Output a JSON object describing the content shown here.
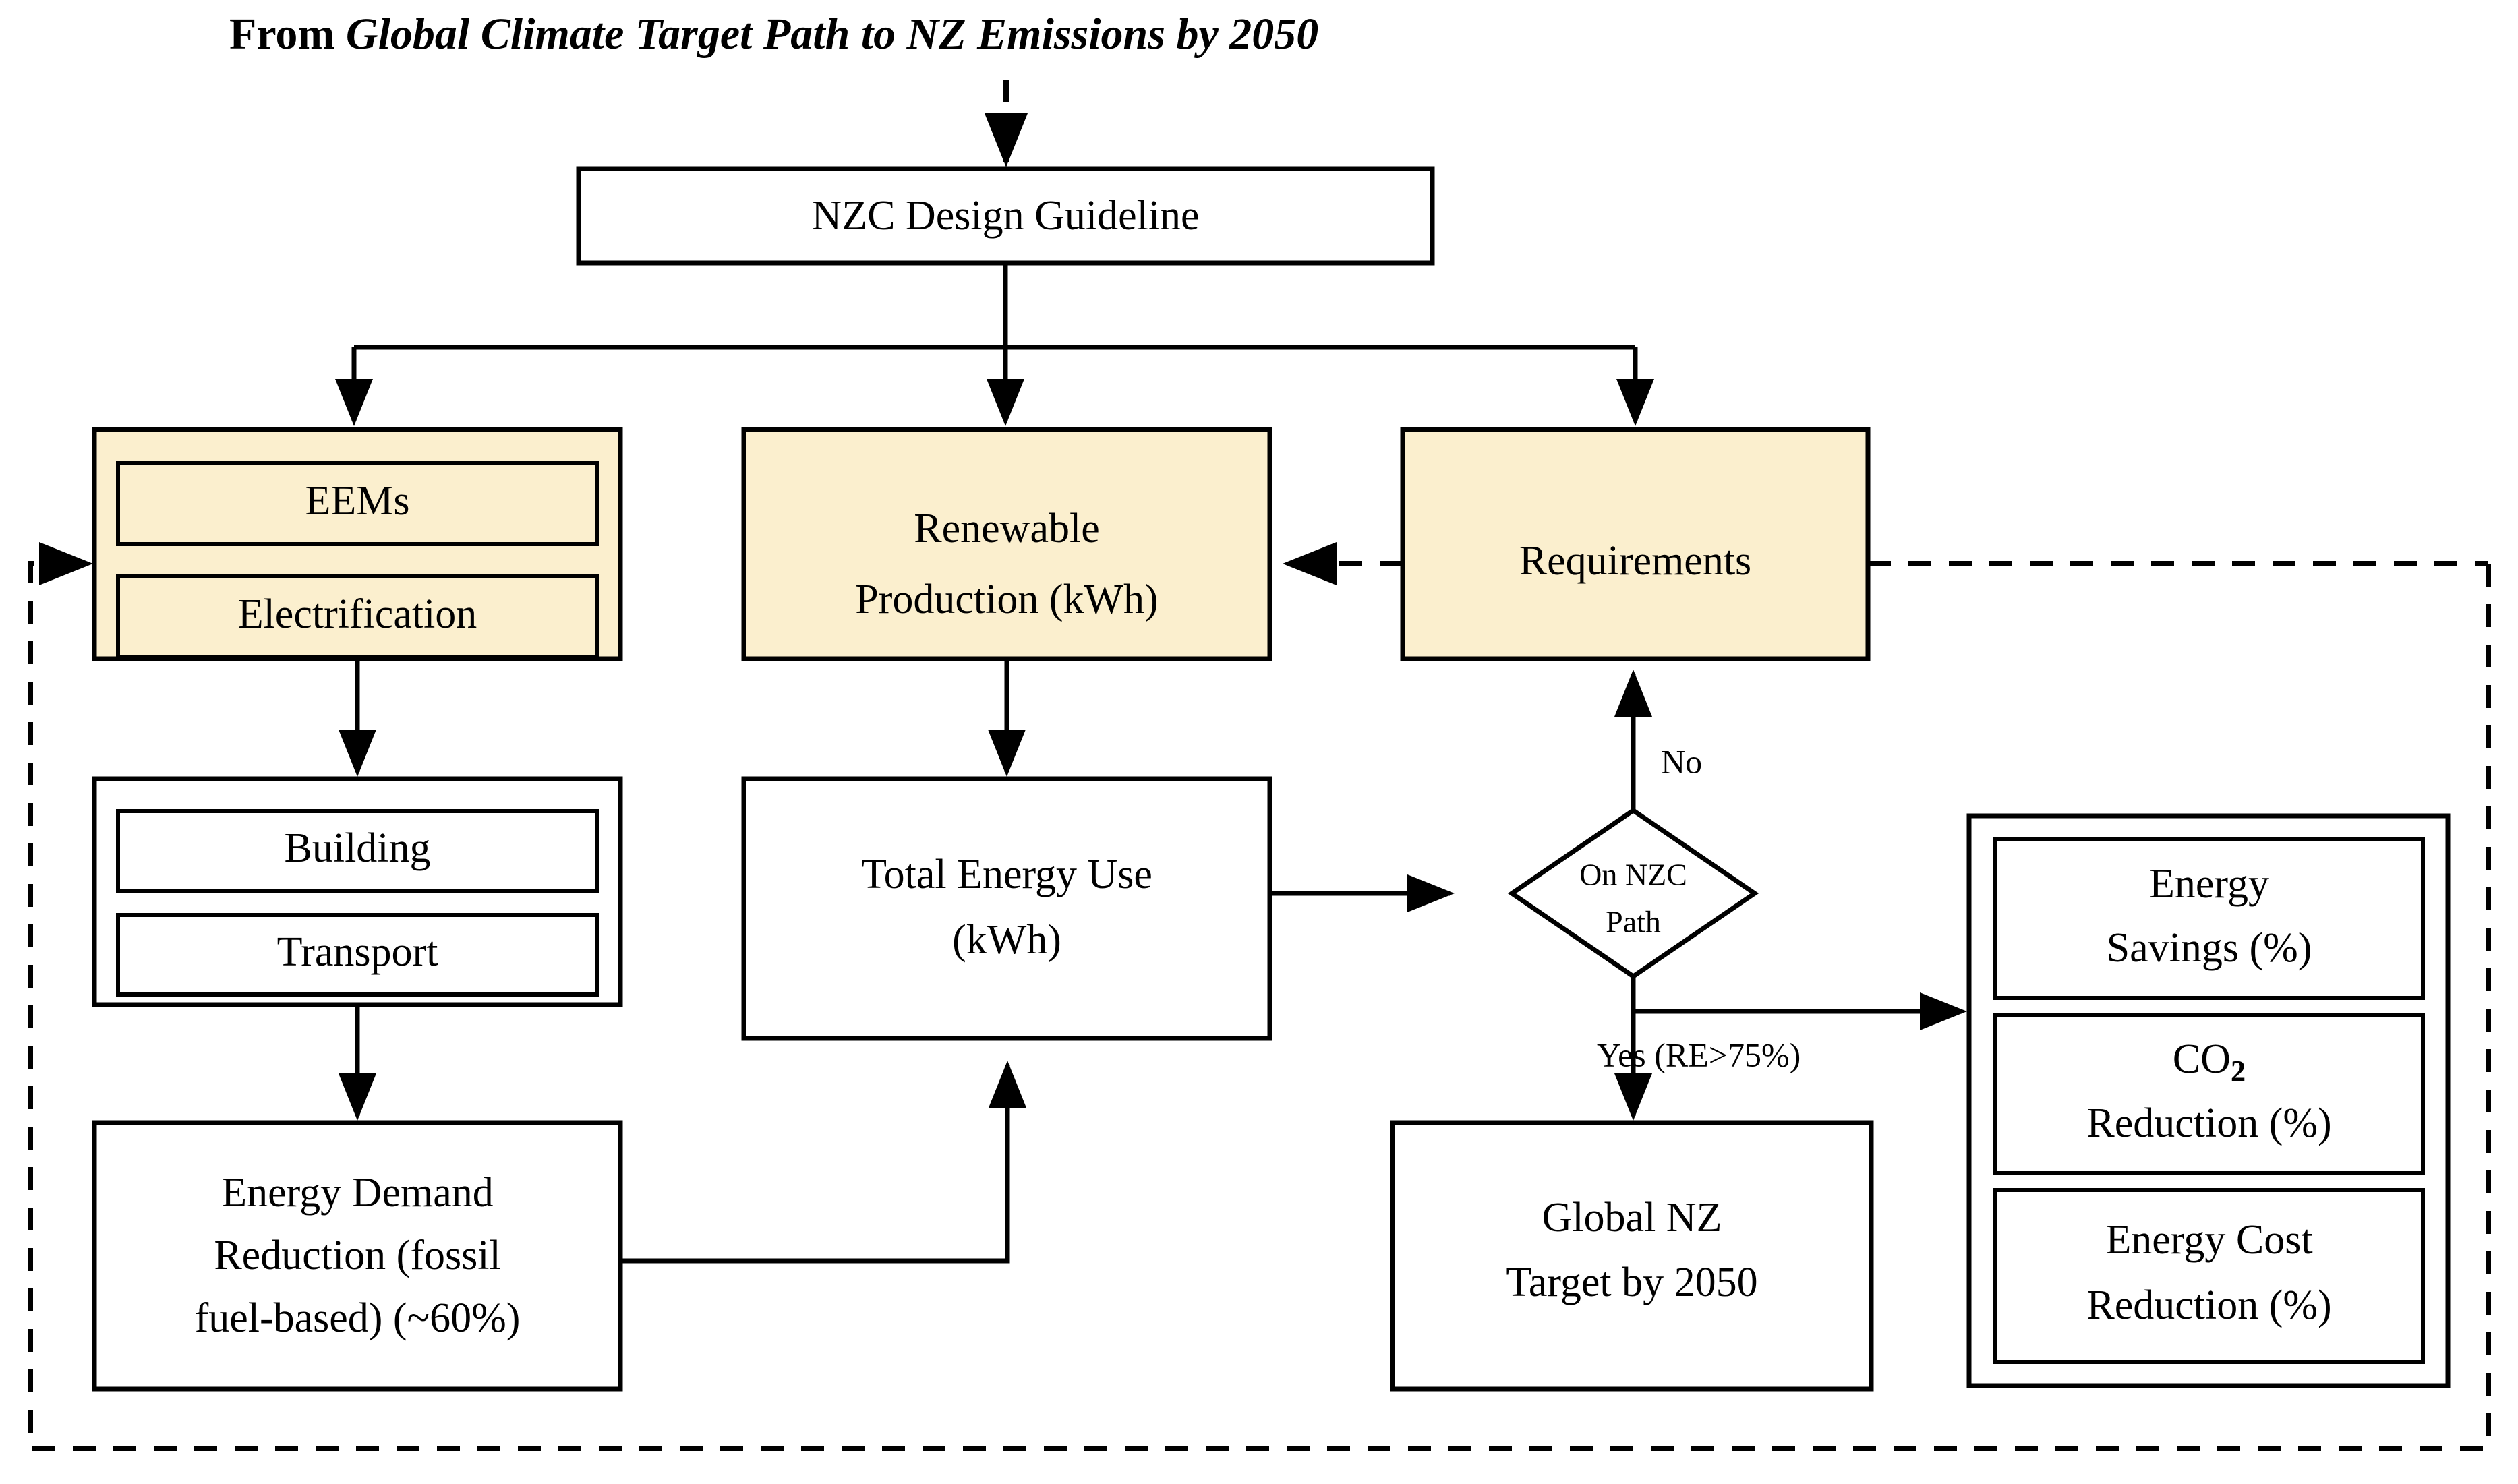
{
  "figure": {
    "title_prefix": "From ",
    "title_italic": "Global Climate Target Path to NZ Emissions by 2050",
    "accent_fill": "#FBEFCE",
    "line_color": "#000000",
    "background": "#FFFFFF"
  },
  "nodes": {
    "guideline": {
      "label": "NZC Design Guideline"
    },
    "measures_group": {
      "items": [
        {
          "label": "EEMs"
        },
        {
          "label": "Electrification"
        }
      ]
    },
    "sectors_group": {
      "items": [
        {
          "label": "Building"
        },
        {
          "label": "Transport"
        }
      ]
    },
    "demand_reduction": {
      "line1": "Energy Demand",
      "line2": "Reduction (fossil",
      "line3": "fuel-based) (~60%)"
    },
    "renewable": {
      "line1": "Renewable",
      "line2": "Production (kWh)"
    },
    "total_energy": {
      "line1": "Total Energy Use",
      "line2": "(kWh)"
    },
    "requirements": {
      "label": "Requirements"
    },
    "decision": {
      "line1": "On NZC",
      "line2": "Path"
    },
    "global_target": {
      "line1": "Global NZ",
      "line2": "Target by 2050"
    },
    "outcomes": {
      "items": [
        {
          "line1": "Energy",
          "line2": "Savings (%)"
        },
        {
          "line1": "CO",
          "sub": "2",
          "line2": "Reduction (%)"
        },
        {
          "line1": "Energy Cost",
          "line2": "Reduction (%)"
        }
      ]
    }
  },
  "edges": {
    "no_label": "No",
    "yes_label": "Yes (RE>75%)"
  }
}
